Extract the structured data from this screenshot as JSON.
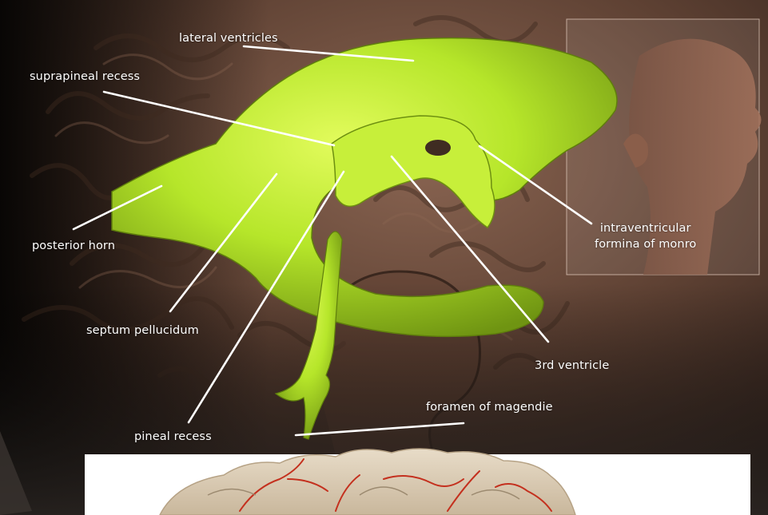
{
  "labels": {
    "lateral_ventricles": "lateral ventricles",
    "suprapineal_recess": "suprapineal recess",
    "posterior_horn": "posterior horn",
    "septum_pellucidum": "septum pellucidum",
    "pineal_recess": "pineal recess",
    "third_ventricle": "3rd ventricle",
    "foramen_of_magendie": "foramen of magendie",
    "intraventricular_line1": "intraventricular",
    "intraventricular_line2": "formina of monro"
  },
  "colors": {
    "ventricle": "#b6e62a",
    "ventricle_shadow": "#6d8f10",
    "brain_background": "#6b4a3a",
    "label_text": "#ffffff",
    "leader_line": "#ffffff"
  }
}
